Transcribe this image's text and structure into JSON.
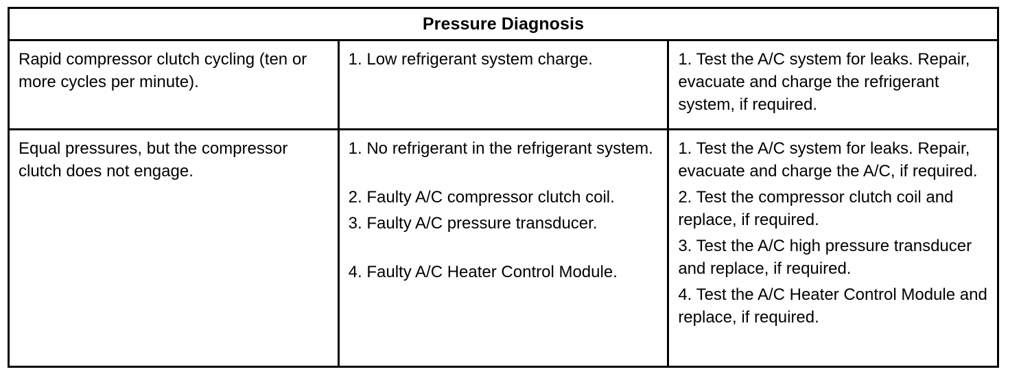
{
  "table": {
    "title": "Pressure Diagnosis",
    "rows": [
      {
        "symptom": "Rapid compressor clutch cycling (ten or more cycles per minute).",
        "possible_causes": [
          "1. Low refrigerant system charge."
        ],
        "actions": [
          "1. Test the A/C system for leaks. Repair, evacuate and charge the refrigerant system, if required."
        ]
      },
      {
        "symptom": "Equal pressures, but the compressor clutch does not engage.",
        "possible_causes": [
          "1. No refrigerant in the refrigerant system.",
          "2. Faulty A/C compressor clutch coil.",
          "3. Faulty A/C pressure transducer.",
          "4. Faulty A/C Heater Control Module."
        ],
        "actions": [
          "1. Test the A/C system for leaks. Repair, evacuate and charge the A/C, if required.",
          "2. Test the compressor clutch coil and replace, if required.",
          "3. Test the A/C high pressure transducer and replace, if required.",
          "4. Test the A/C Heater Control Module and replace, if required."
        ]
      }
    ]
  },
  "colors": {
    "border": "#000000",
    "text": "#000000",
    "background": "#ffffff"
  }
}
